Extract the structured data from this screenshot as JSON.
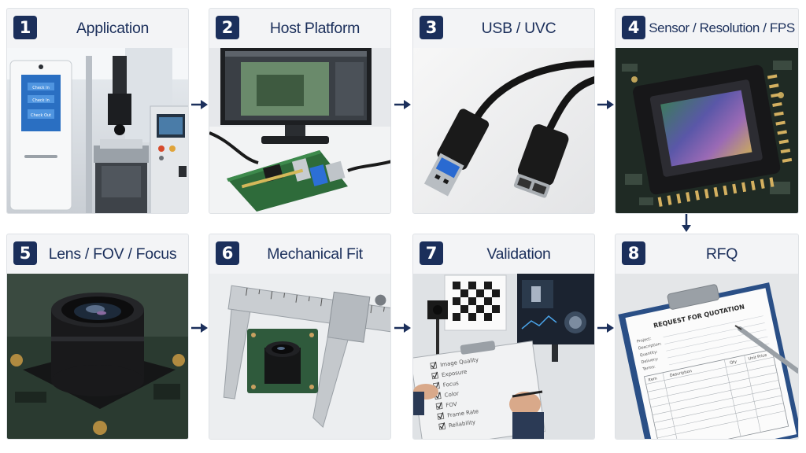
{
  "steps": [
    {
      "num": "1",
      "title": "Application"
    },
    {
      "num": "2",
      "title": "Host Platform"
    },
    {
      "num": "3",
      "title": "USB / UVC"
    },
    {
      "num": "4",
      "title": "Sensor / Resolution / FPS"
    },
    {
      "num": "5",
      "title": "Lens / FOV / Focus"
    },
    {
      "num": "6",
      "title": "Mechanical Fit"
    },
    {
      "num": "7",
      "title": "Validation"
    },
    {
      "num": "8",
      "title": "RFQ"
    }
  ],
  "kiosk_buttons": [
    "Check In",
    "Check In",
    "Check Out"
  ],
  "checklist": [
    "Image Quality",
    "Exposure",
    "Focus",
    "Color",
    "FOV",
    "Frame Rate",
    "Reliability"
  ],
  "rfq": {
    "heading": "REQUEST FOR QUOTATION",
    "fields": [
      "Project:",
      "Description:",
      "Quantity:",
      "Delivery:",
      "Terms:"
    ],
    "columns": [
      "Item",
      "Description",
      "Qty",
      "Unit Price"
    ]
  },
  "colors": {
    "badge": "#1b2f5b",
    "title": "#1b2f5b",
    "arrow": "#1b2f5b",
    "card_bg": "#f3f4f6"
  }
}
